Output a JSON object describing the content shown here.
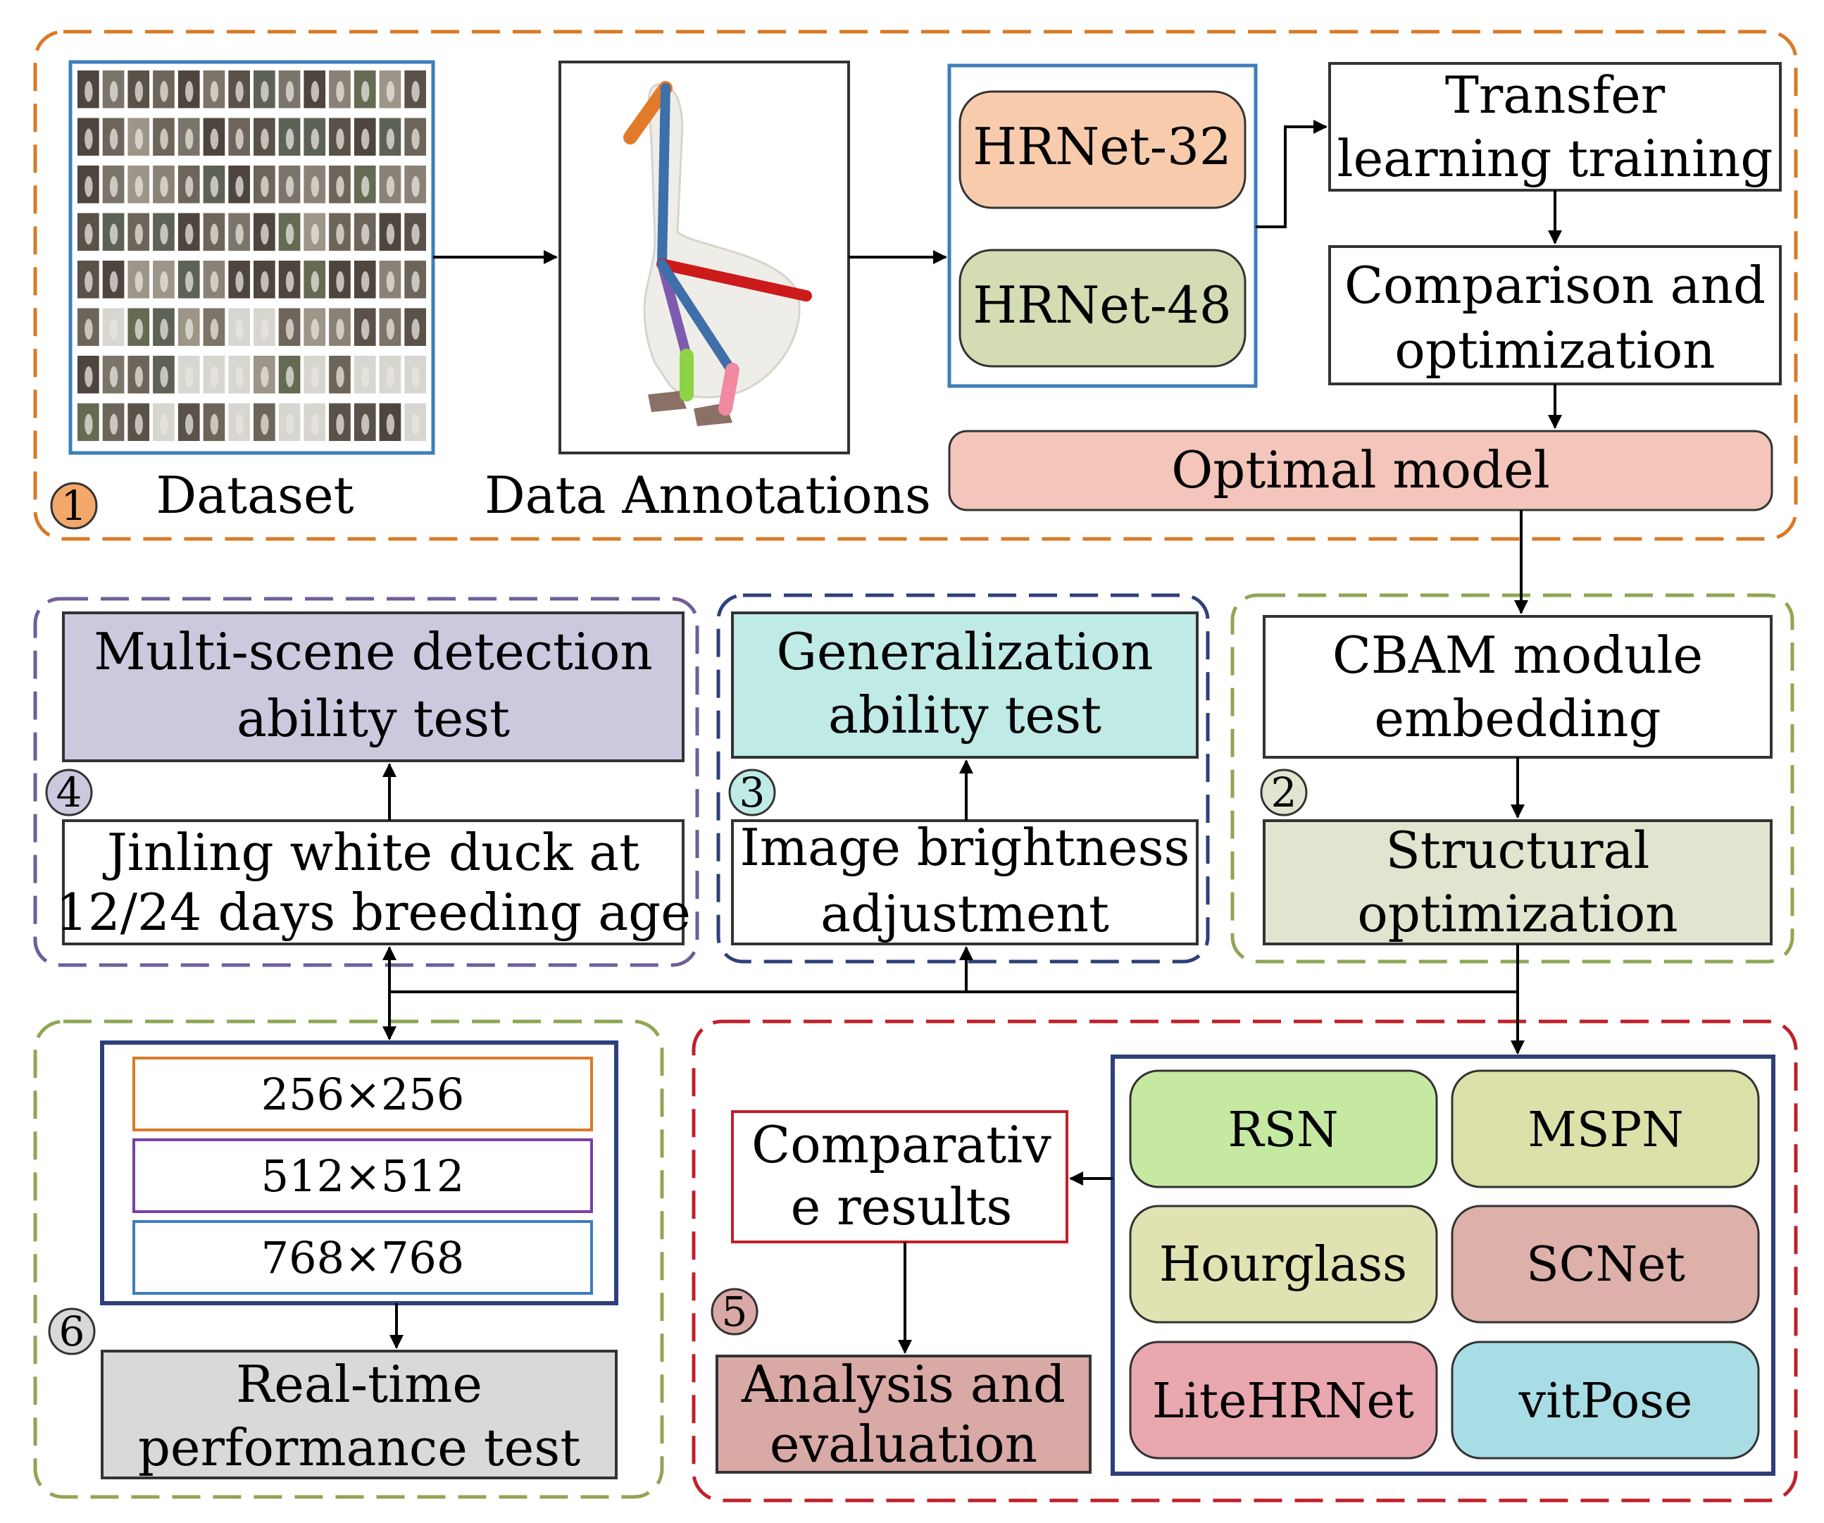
{
  "section1": {
    "number": "1",
    "dataset_label": "Dataset",
    "annotations_label": "Data Annotations",
    "models": [
      "HRNet-32",
      "HRNet-48"
    ],
    "transfer_line1": "Transfer",
    "transfer_line2": "learning training",
    "compare_line1": "Comparison and",
    "compare_line2": "optimization",
    "optimal": "Optimal model"
  },
  "section2": {
    "number": "2",
    "cbam_line1": "CBAM module",
    "cbam_line2": "embedding",
    "struct_line1": "Structural",
    "struct_line2": "optimization"
  },
  "section3": {
    "number": "3",
    "gen_line1": "Generalization",
    "gen_line2": "ability test",
    "bright_line1": "Image brightness",
    "bright_line2": "adjustment"
  },
  "section4": {
    "number": "4",
    "multi_line1": "Multi-scene detection",
    "multi_line2": "ability test",
    "duck_line1": "Jinling white duck at",
    "duck_line2": "12/24 days breeding age"
  },
  "section5": {
    "number": "5",
    "compres_line1": "Comparativ",
    "compres_line2": "e results",
    "analysis_line1": "Analysis and",
    "analysis_line2": "evaluation",
    "models": [
      "RSN",
      "MSPN",
      "Hourglass",
      "SCNet",
      "LiteHRNet",
      "vitPose"
    ]
  },
  "section6": {
    "number": "6",
    "sizes": [
      "256×256",
      "512×512",
      "768×768"
    ],
    "rt_line1": "Real-time",
    "rt_line2": "performance test"
  },
  "colors": {
    "orange": "#D97A26",
    "purple": "#6E5E9A",
    "navy": "#2E3F7A",
    "olive": "#8FA653",
    "red": "#C0202A",
    "blue_border": "#3D7EBB",
    "peach_fill": "#F8CBAD",
    "sage_fill": "#D3DCB2",
    "pink_fill": "#F4C5BA",
    "lavender_fill": "#CEC8DE",
    "cyan_fill": "#BFEAE6",
    "khaki_fill": "#E0E5CF",
    "rose_fill": "#D9A9A6",
    "gray_fill": "#D9D9D9",
    "rsn_fill": "#C6E9A2",
    "mspn_fill": "#DCE1A9",
    "hourglass_fill": "#E0E2B2",
    "scnet_fill": "#DDB0A9",
    "litehrnet_fill": "#E9A7B0",
    "vitpose_fill": "#A9DDE6"
  }
}
